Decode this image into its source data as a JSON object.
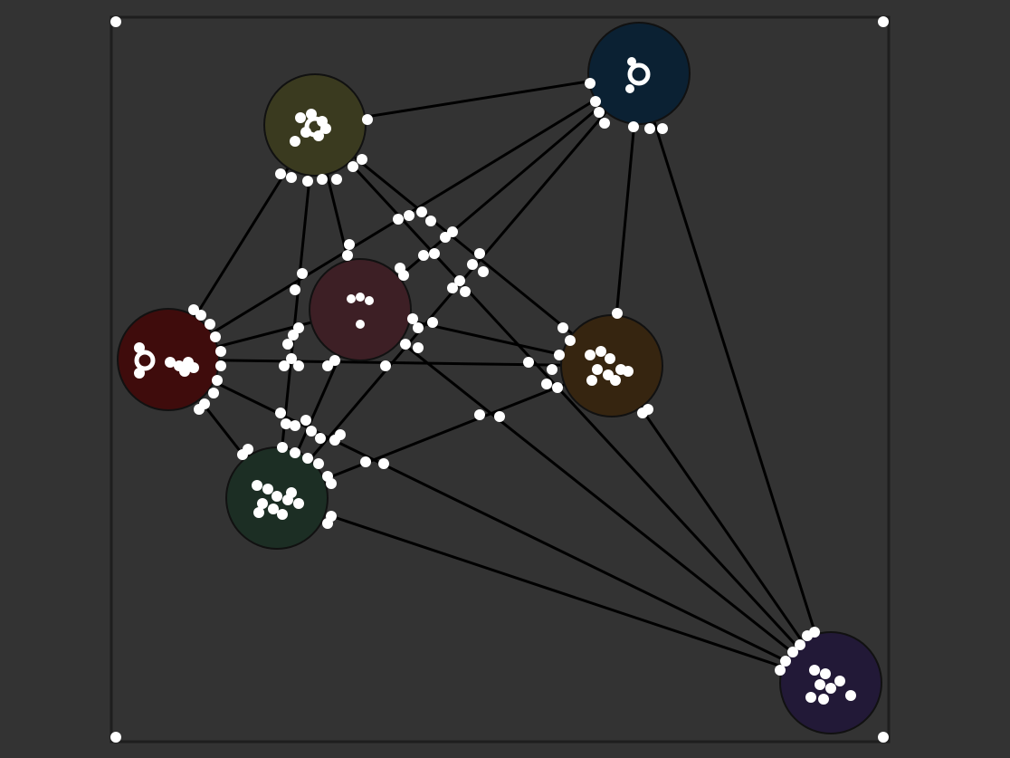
{
  "colors": {
    "background": "#333333",
    "frame": "#1e1e1e",
    "edge": "#000000",
    "node_outline": "#111111",
    "dot": "#ffffff"
  },
  "nodes": [
    {
      "id": "olive",
      "color": "#3a3a1f"
    },
    {
      "id": "navy",
      "color": "#0b2133"
    },
    {
      "id": "maroon",
      "color": "#3d1f25"
    },
    {
      "id": "red",
      "color": "#3f0c0c"
    },
    {
      "id": "brown",
      "color": "#362510"
    },
    {
      "id": "green",
      "color": "#1c2e24"
    },
    {
      "id": "purple",
      "color": "#221937"
    }
  ],
  "edges": [
    [
      "olive",
      "navy"
    ],
    [
      "olive",
      "red"
    ],
    [
      "olive",
      "maroon"
    ],
    [
      "olive",
      "brown"
    ],
    [
      "olive",
      "green"
    ],
    [
      "olive",
      "purple"
    ],
    [
      "navy",
      "red"
    ],
    [
      "navy",
      "maroon"
    ],
    [
      "navy",
      "brown"
    ],
    [
      "navy",
      "green"
    ],
    [
      "navy",
      "purple"
    ],
    [
      "maroon",
      "red"
    ],
    [
      "maroon",
      "brown"
    ],
    [
      "maroon",
      "green"
    ],
    [
      "maroon",
      "purple"
    ],
    [
      "red",
      "brown"
    ],
    [
      "red",
      "green"
    ],
    [
      "red",
      "purple"
    ],
    [
      "brown",
      "green"
    ],
    [
      "brown",
      "purple"
    ],
    [
      "green",
      "purple"
    ]
  ]
}
